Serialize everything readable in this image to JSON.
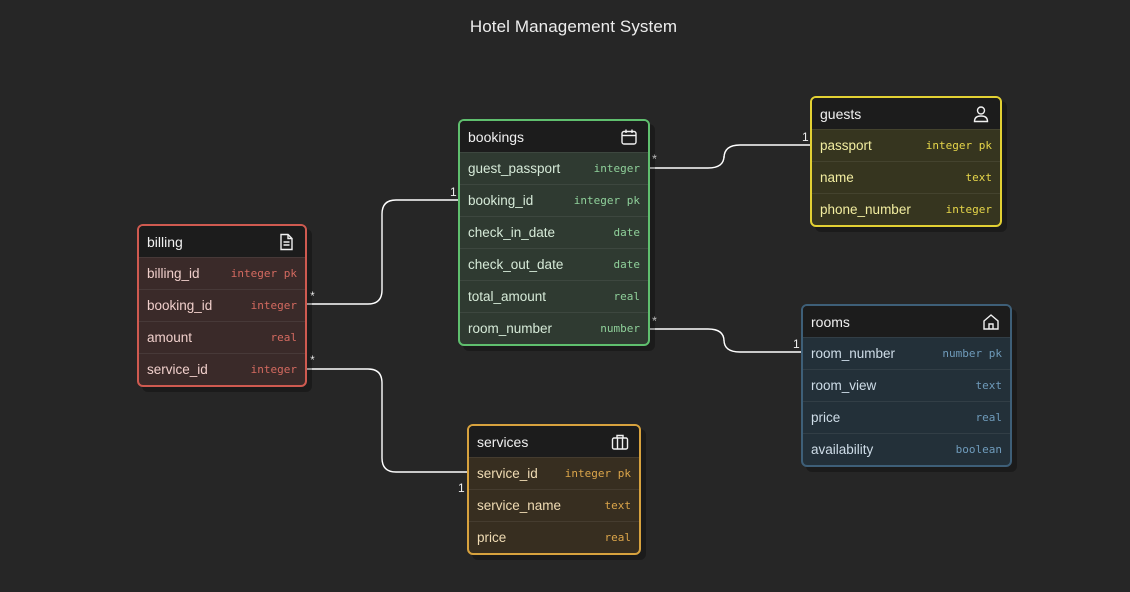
{
  "diagram": {
    "title": "Hotel Management System"
  },
  "tables": {
    "bookings": {
      "name": "bookings",
      "icon": "calendar-icon",
      "columns": [
        {
          "name": "guest_passport",
          "type": "integer"
        },
        {
          "name": "booking_id",
          "type": "integer pk"
        },
        {
          "name": "check_in_date",
          "type": "date"
        },
        {
          "name": "check_out_date",
          "type": "date"
        },
        {
          "name": "total_amount",
          "type": "real"
        },
        {
          "name": "room_number",
          "type": "number"
        }
      ]
    },
    "guests": {
      "name": "guests",
      "icon": "user-icon",
      "columns": [
        {
          "name": "passport",
          "type": "integer pk"
        },
        {
          "name": "name",
          "type": "text"
        },
        {
          "name": "phone_number",
          "type": "integer"
        }
      ]
    },
    "billing": {
      "name": "billing",
      "icon": "document-icon",
      "columns": [
        {
          "name": "billing_id",
          "type": "integer pk"
        },
        {
          "name": "booking_id",
          "type": "integer"
        },
        {
          "name": "amount",
          "type": "real"
        },
        {
          "name": "service_id",
          "type": "integer"
        }
      ]
    },
    "rooms": {
      "name": "rooms",
      "icon": "home-icon",
      "columns": [
        {
          "name": "room_number",
          "type": "number pk"
        },
        {
          "name": "room_view",
          "type": "text"
        },
        {
          "name": "price",
          "type": "real"
        },
        {
          "name": "availability",
          "type": "boolean"
        }
      ]
    },
    "services": {
      "name": "services",
      "icon": "briefcase-icon",
      "columns": [
        {
          "name": "service_id",
          "type": "integer pk"
        },
        {
          "name": "service_name",
          "type": "text"
        },
        {
          "name": "price",
          "type": "real"
        }
      ]
    }
  },
  "relationships": [
    {
      "from": "bookings.guest_passport",
      "to": "guests.passport",
      "from_card": "*",
      "to_card": "1"
    },
    {
      "from": "bookings.room_number",
      "to": "rooms.room_number",
      "from_card": "*",
      "to_card": "1"
    },
    {
      "from": "billing.booking_id",
      "to": "bookings.booking_id",
      "from_card": "*",
      "to_card": "1"
    },
    {
      "from": "billing.service_id",
      "to": "services.service_id",
      "from_card": "*",
      "to_card": "1"
    }
  ],
  "colors": {
    "bookings": "#5fbf6e",
    "guests": "#e3d133",
    "billing": "#cf5a50",
    "rooms": "#3e5f78",
    "services": "#d7a23e",
    "connector": "#ffffff"
  }
}
